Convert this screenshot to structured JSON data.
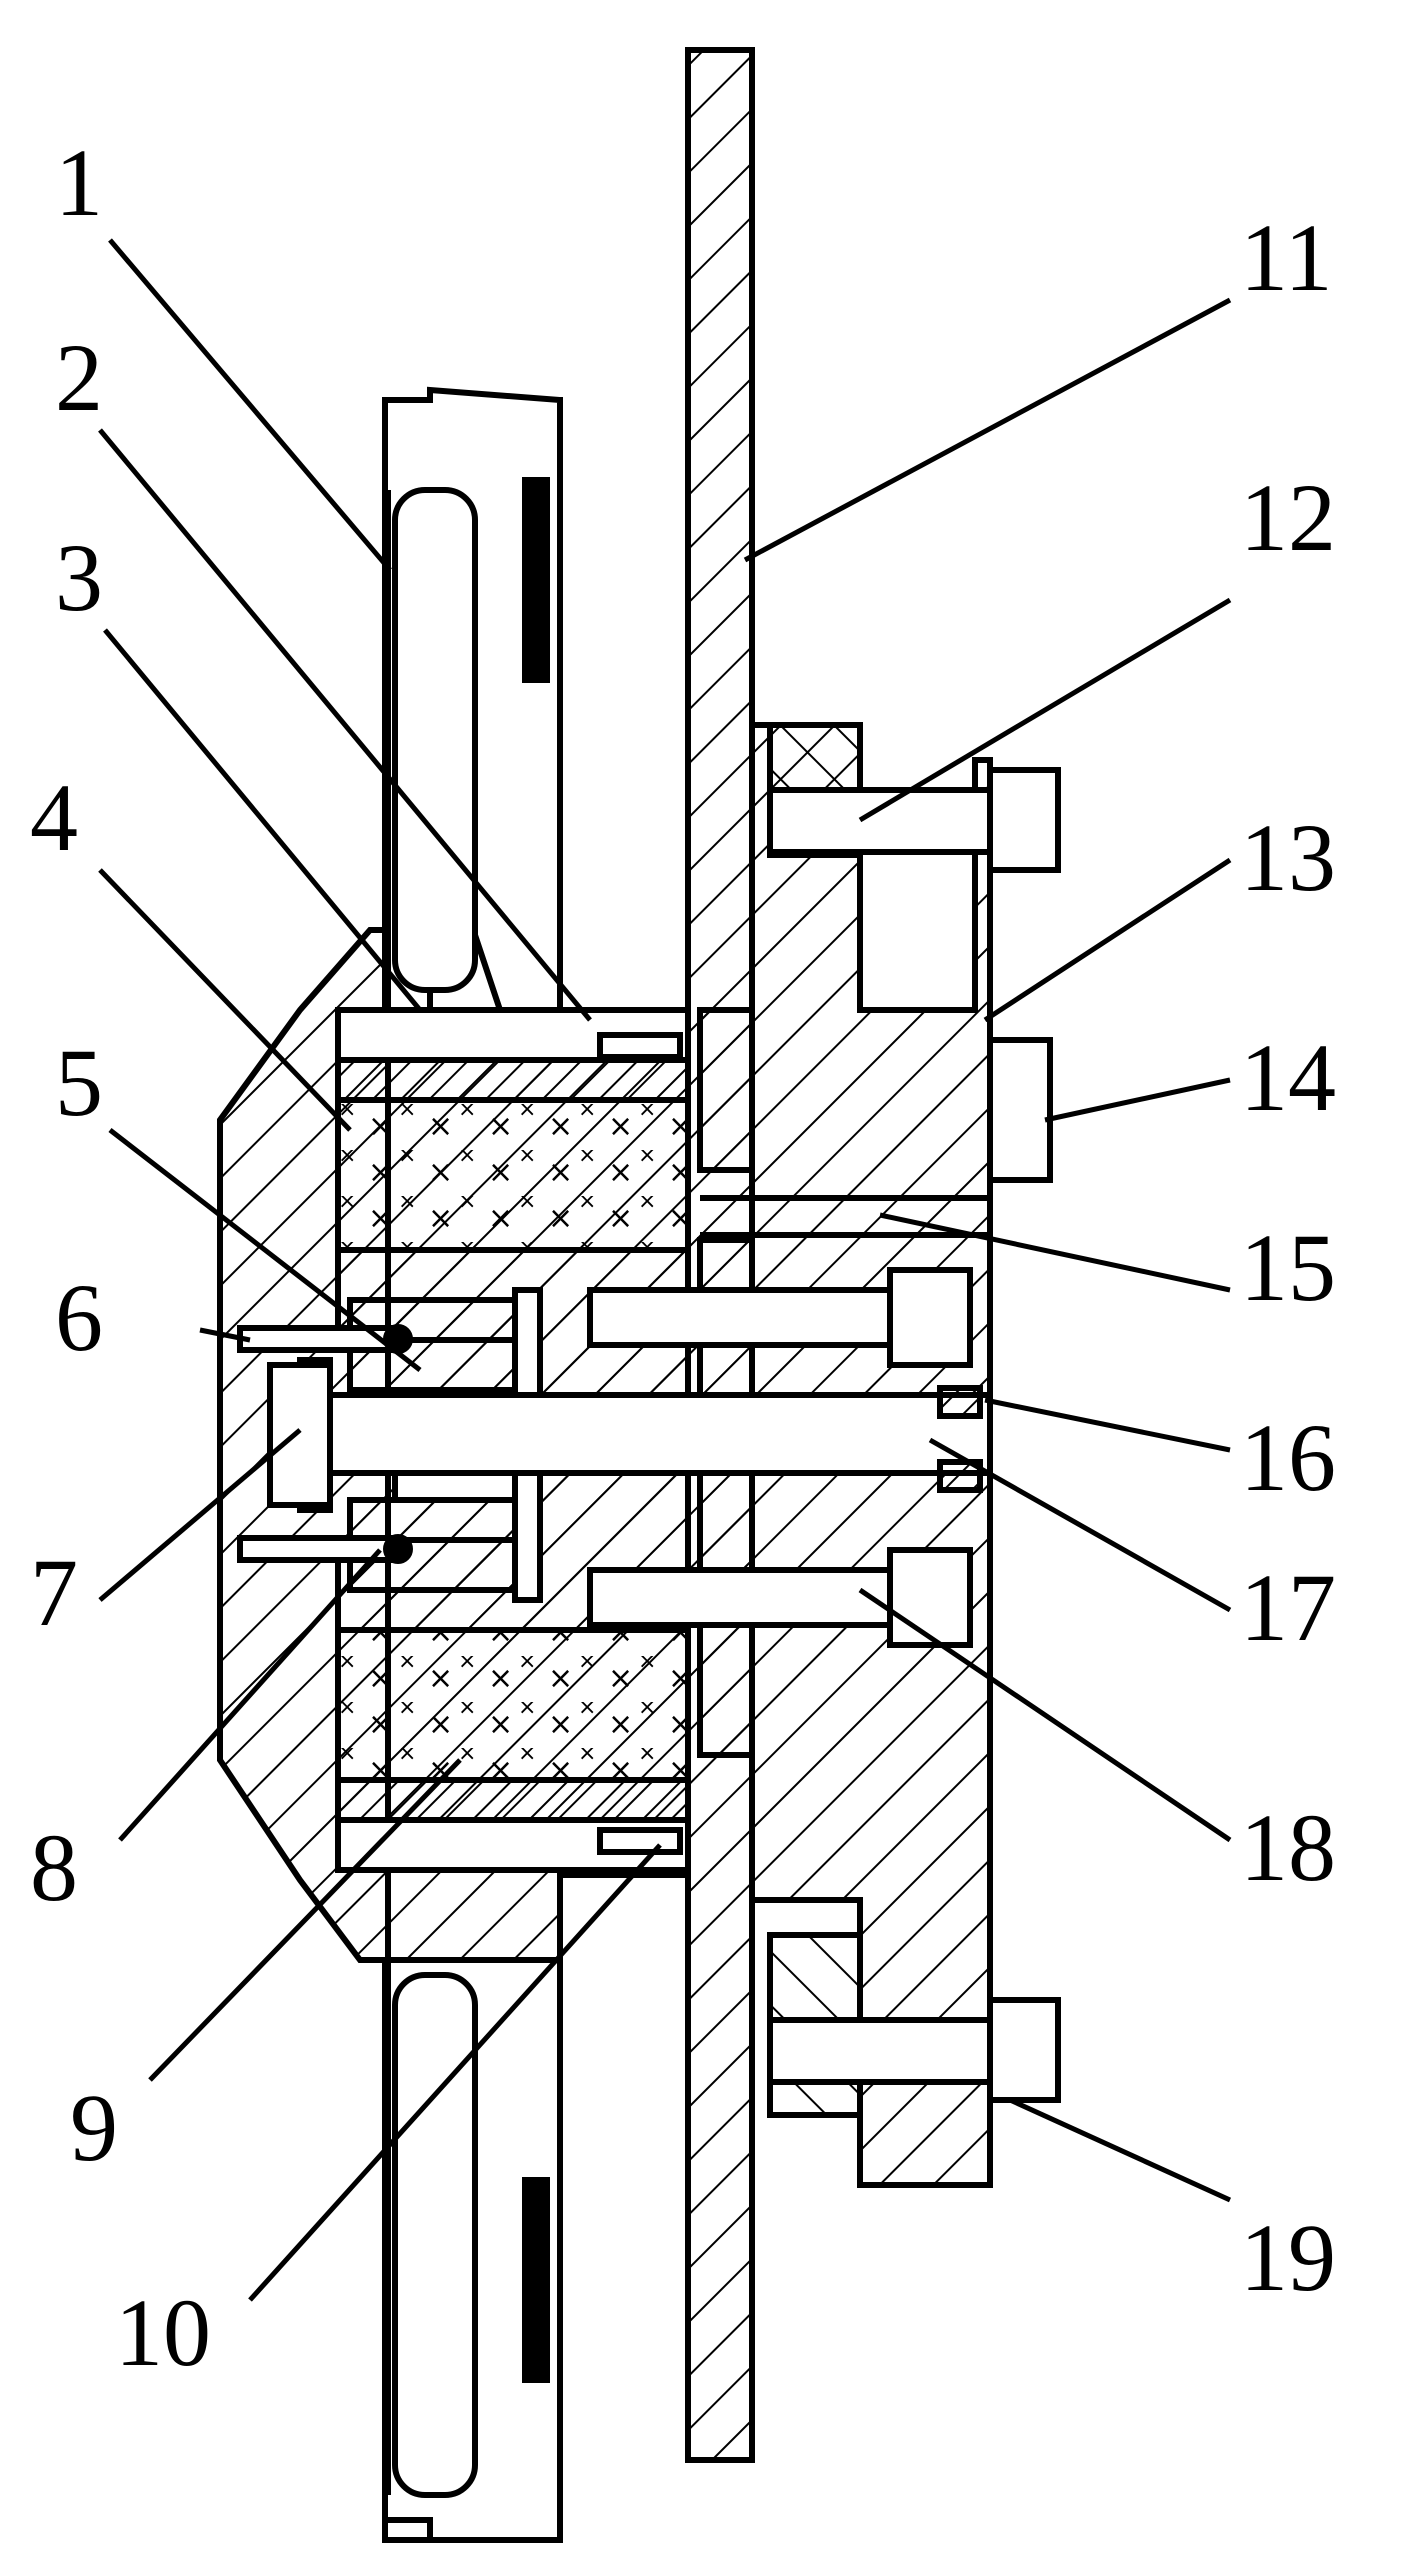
{
  "colors": {
    "ink": "#000000",
    "paper": "#ffffff"
  },
  "labels": [
    "1",
    "2",
    "3",
    "4",
    "5",
    "6",
    "7",
    "8",
    "9",
    "10",
    "11",
    "12",
    "13",
    "14",
    "15",
    "16",
    "17",
    "18",
    "19"
  ]
}
